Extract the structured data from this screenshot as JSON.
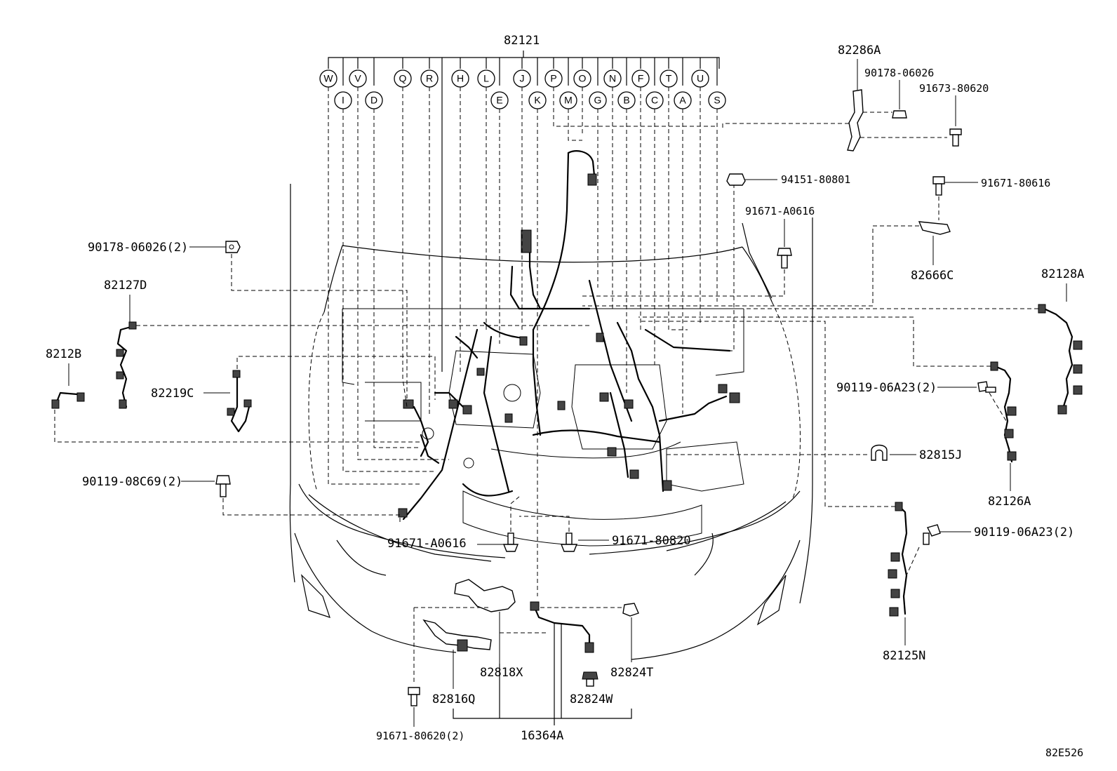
{
  "diagram": {
    "main_part": "82121",
    "connector_letters_top": [
      "W",
      "V",
      "Q",
      "R",
      "H",
      "L",
      "J",
      "P",
      "O",
      "N",
      "F",
      "T",
      "U"
    ],
    "connector_letters_bottom": [
      "I",
      "D",
      "E",
      "K",
      "M",
      "G",
      "B",
      "C",
      "A",
      "S"
    ],
    "labels": {
      "p82286A": "82286A",
      "p90178_06026": "90178-06026",
      "p91673_80620": "91673-80620",
      "p94151_80801": "94151-80801",
      "p91671_80616": "91671-80616",
      "p91671_A0616_top": "91671-A0616",
      "p82666C": "82666C",
      "p82128A": "82128A",
      "p90178_06026_2": "90178-06026(2)",
      "p82127D": "82127D",
      "p8212B": "8212B",
      "p82219C": "82219C",
      "p90119_06A23_2_a": "90119-06A23(2)",
      "p82815J": "82815J",
      "p82126A": "82126A",
      "p90119_08C69_2": "90119-08C69(2)",
      "p91671_A0616_bot": "91671-A0616",
      "p91671_80820": "91671-80820",
      "p90119_06A23_2_b": "90119-06A23(2)",
      "p82125N": "82125N",
      "p82818X": "82818X",
      "p82824T": "82824T",
      "p82816Q": "82816Q",
      "p82824W": "82824W",
      "p91671_80620_2": "91671-80620(2)",
      "p16364A": "16364A",
      "code": "82E526"
    }
  }
}
